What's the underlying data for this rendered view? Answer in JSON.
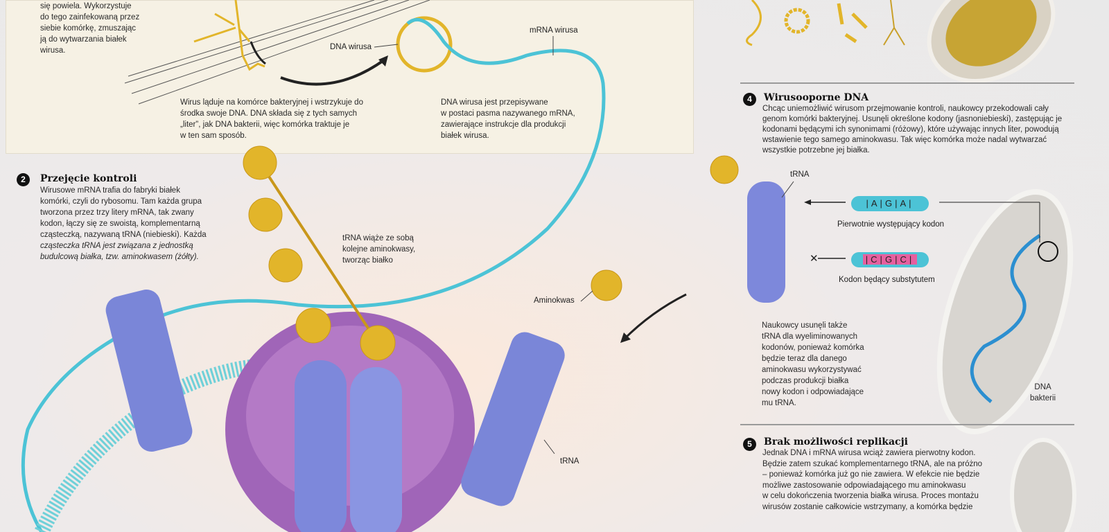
{
  "step1": {
    "text_lines": [
      "się powiela. Wykorzystuje",
      "do tego zainfekowaną przez",
      "siebie komórkę, zmuszając",
      "ją do wytwarzania białek",
      "wirusa."
    ],
    "caption_inject": [
      "Wirus ląduje na komórce bakteryjnej i wstrzykuje do",
      "środka swoje DNA. DNA składa się z tych samych",
      "„liter”, jak DNA bakterii, więc komórka traktuje je",
      "w ten sam sposób."
    ],
    "caption_transcribe": [
      "DNA wirusa jest przepisywane",
      "w postaci pasma nazywanego mRNA,",
      "zawierające instrukcje dla produkcji",
      "białek wirusa."
    ],
    "label_dna": "DNA wirusa",
    "label_mrna": "mRNA wirusa"
  },
  "step2": {
    "number": "2",
    "title": "Przejęcie kontroli",
    "text_lines": [
      "Wirusowe mRNA trafia do fabryki białek",
      "komórki, czyli do rybosomu. Tam każda grupa",
      "tworzona przez trzy litery mRNA, tak zwany",
      "kodon, łączy się ze swoistą, komplementarną",
      "cząsteczką, nazywaną tRNA (niebieski). Każda",
      "cząsteczka tRNA jest związana z jednostką",
      "budulcową białka, tzw. aminokwasem (żółty)."
    ],
    "trna_note": [
      "tRNA wiąże ze sobą",
      "kolejne aminokwasy,",
      "tworząc białko"
    ],
    "label_aminokwas": "Aminokwas",
    "label_trna": "tRNA"
  },
  "step4": {
    "number": "4",
    "title": "Wirusooporne DNA",
    "text_lines": [
      "Chcąc uniemożliwić wirusom przejmowanie kontroli, naukowcy przekodowali cały",
      "genom komórki bakteryjnej. Usunęli określone kodony (jasnoniebieski), zastępując je",
      "kodonami będącymi ich synonimami (różowy), które używając innych liter, powodują",
      "wstawienie tego samego aminokwasu. Tak więc komórka może nadal wytwarzać",
      "wszystkie potrzebne jej białka."
    ],
    "label_trna": "tRNA",
    "codon_original": {
      "letters": [
        "A",
        "G",
        "A"
      ],
      "label": "Pierwotnie występujący kodon"
    },
    "codon_substitute": {
      "letters": [
        "C",
        "G",
        "C"
      ],
      "label": "Kodon będący substytutem"
    },
    "note_lines": [
      "Naukowcy usunęli także",
      "tRNA dla wyeliminowanych",
      "kodonów, ponieważ komórka",
      "będzie teraz dla danego",
      "aminokwasu wykorzystywać",
      "podczas produkcji białka",
      "nowy kodon i odpowiadające",
      "mu tRNA."
    ],
    "label_dna_bakterii": [
      "DNA",
      "bakterii"
    ]
  },
  "step5": {
    "number": "5",
    "title": "Brak możliwości replikacji",
    "text_lines": [
      "Jednak DNA i mRNA wirusa wciąż zawiera pierwotny kodon.",
      "Będzie zatem szukać komplementarnego tRNA, ale na próżno",
      "– ponieważ komórka już go nie zawiera. W efekcie nie będzie",
      "możliwe zastosowanie odpowiadającego mu aminokwasu",
      "w celu dokończenia tworzenia białka wirusa. Proces montażu",
      "wirusów zostanie całkowicie wstrzymany, a komórka będzie"
    ]
  },
  "colors": {
    "panel": "#f6f1e4",
    "gold": "#e2b52a",
    "mrna": "#4cc3d6",
    "trna": "#7a86d8",
    "ribosome": "#9a5fb0",
    "pink": "#e6609f"
  }
}
